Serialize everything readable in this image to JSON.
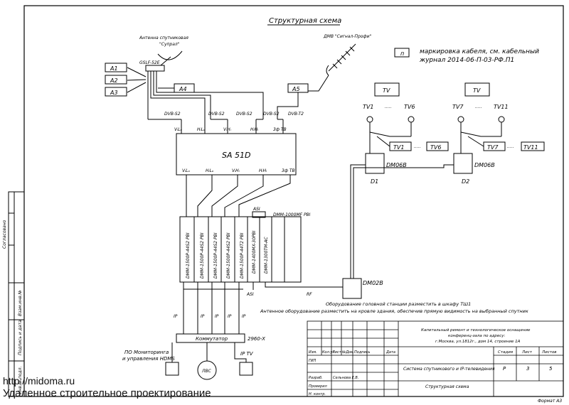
{
  "title": "Структурная схема",
  "antenna_sat": [
    "Антенна спутниковая",
    "\"Супрал\""
  ],
  "converter": "GSLF-52E",
  "antenna_dmv": "ДМВ \"Сигнал-Профи\"",
  "legend_box": "п",
  "legend_text": [
    "маркировка кабеля, см. кабельный",
    "журнал 2014-06-П-03-РФ.П1"
  ],
  "cable_a1": "A1",
  "cable_a2": "A2",
  "cable_a3": "A3",
  "cable_a4": "A4",
  "cable_a5": "A5",
  "input_types": [
    "DVB-S2",
    "DVB-S2",
    "DVB-S2",
    "DVB-S2",
    "DVB-T2"
  ],
  "sa_inputs": [
    "VᵢLₒ",
    "HᵢLₒ",
    "VᵢHᵢ",
    "HᵢHᵢ",
    "3ф ТВ"
  ],
  "sa_outputs": [
    "VᵢLₒ",
    "HᵢLₒ",
    "VᵢHᵢ",
    "HᵢHᵢ",
    "3ф ТВ"
  ],
  "switch_name": "SA 51D",
  "modules": [
    "DMM-1500P-44S2 PBI",
    "DMM-1500P-44S2 PBI",
    "DMM-1500P-44S2 PBI",
    "DMM-1500P-44S2 PBI",
    "DMM-1500P-44T2 PBI",
    "DMM-1400MX-30PBI",
    "DMM-1300TM-AC"
  ],
  "asi_top": "ASI",
  "module_top": "DMM-1000MF PBI",
  "asi_bottom": "ASI",
  "rf": "RF",
  "ip_labels": [
    "IP",
    "IP",
    "IP",
    "IP",
    "IP"
  ],
  "commutator": "Коммутатор",
  "commutator_model": "2960-X",
  "monitoring": [
    "ПО Мониторинга",
    "и управления HDMS"
  ],
  "lvs": "ЛВС",
  "iptv": "IP TV",
  "dm02b": "DM02B",
  "tv": "TV",
  "tv_left": [
    "TV1",
    "TV6"
  ],
  "tv_right": [
    "TV7",
    "TV11"
  ],
  "dots": ".....",
  "dm06b": "DM06B",
  "d1": "D1",
  "d2": "D2",
  "note1": "Оборудование головной станции разместить в шкафу ТШ1",
  "note2": "Антенное оборудование разместить на кровле здания, обеспечив прямую видимость на выбранный спутник",
  "stamp_project": [
    "Капитальный ремонт и технологическое оснащение",
    "конференц-зала по адресу:",
    "г.Москва, ул.1812г., дом 14, строение 1А"
  ],
  "stamp_system": "Система спутникового и IP-телевидения",
  "stamp_sheet": "Структурная схема",
  "stamp_header": [
    "Изм.",
    "Кол.уч",
    "Лист",
    "№Док.",
    "Подпись",
    "Дата"
  ],
  "stamp_rows": [
    "ГИП",
    "",
    "Разраб.",
    "Проверил",
    "",
    "Н. контр."
  ],
  "stamp_author": "Сельнова Е.В.",
  "stamp_cols": [
    "Стадия",
    "Лист",
    "Листов"
  ],
  "stamp_vals": [
    "Р",
    "3",
    "5"
  ],
  "side_labels": [
    "Согласовано",
    "Взам.инв.№",
    "Подпись и дата",
    "Инв.№ подл."
  ],
  "format": "Формат А3",
  "watermark_url": "http://midoma.ru",
  "watermark_text": "Удаленное строительное проектирование"
}
